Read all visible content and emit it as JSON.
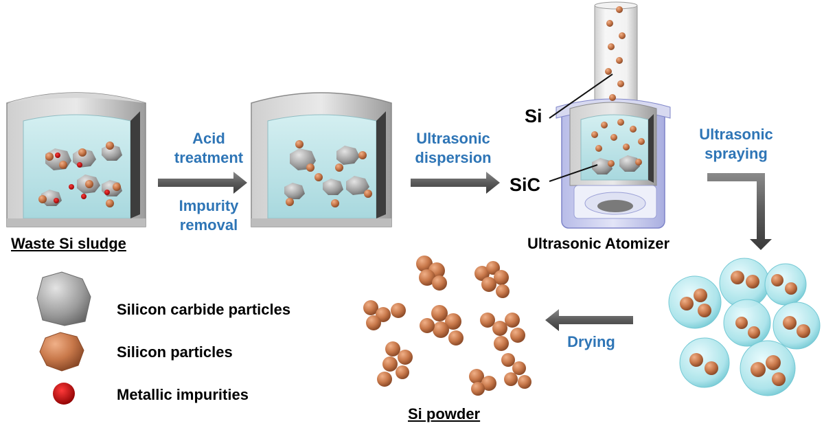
{
  "steps": {
    "waste_label": "Waste Si sludge",
    "acid_treatment": "Acid\ntreatment",
    "impurity_removal": "Impurity\nremoval",
    "ultrasonic_dispersion": "Ultrasonic\ndispersion",
    "ultrasonic_spraying": "Ultrasonic\nspraying",
    "drying": "Drying",
    "atomizer_label": "Ultrasonic Atomizer",
    "si_powder_label": "Si powder"
  },
  "callouts": {
    "si": "Si",
    "sic": "SiC"
  },
  "legend": [
    {
      "label": "Silicon carbide particles",
      "icon": "silicon-carbide-particle-icon"
    },
    {
      "label": "Silicon particles",
      "icon": "silicon-particle-icon"
    },
    {
      "label": "Metallic impurities",
      "icon": "metallic-impurity-icon"
    }
  ],
  "colors": {
    "step_text": "#2e75b6",
    "silicon": "#c8784a",
    "silicon_carbide": "#8f8f8f",
    "metal_impurity": "#c00000",
    "liquid": "#bfe6ea",
    "arrow": "#606060"
  }
}
